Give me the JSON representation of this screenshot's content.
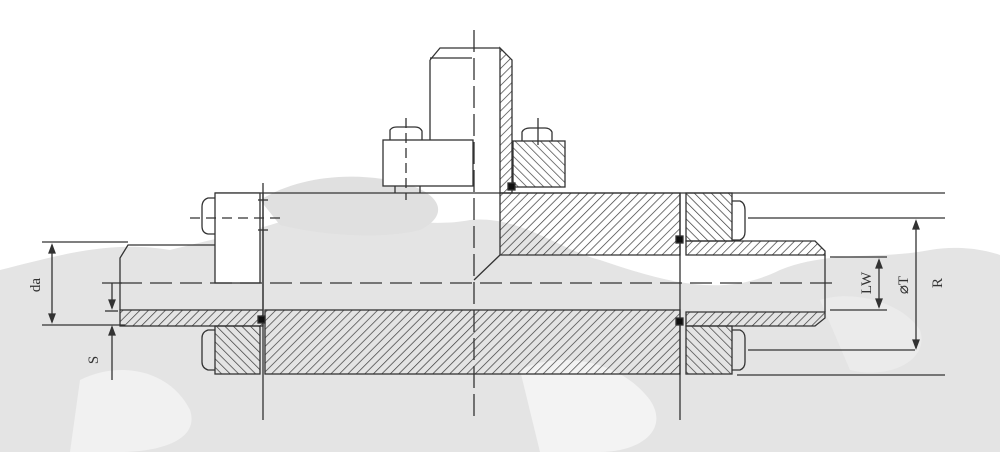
{
  "drawing": {
    "type": "technical cross-section",
    "subject": "pipe tee / flanged connection with bolts, weld seams and seals",
    "line_color": "#333333",
    "hatch_color": "#3a3a3a",
    "background_map_color": "#e4e4e4"
  },
  "dimensions": {
    "da": "da",
    "s": "S",
    "lw": "LW",
    "t": "⌀T",
    "r": "R"
  }
}
